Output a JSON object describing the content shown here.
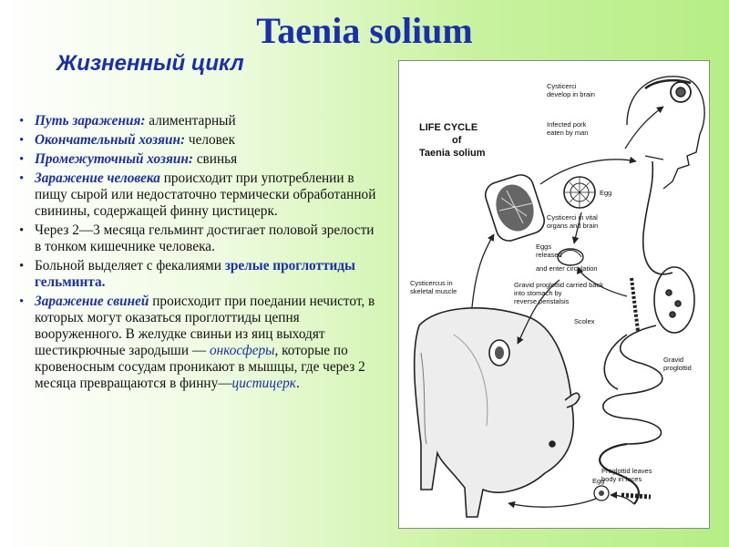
{
  "title": "Taenia solium",
  "subtitle": "Жизненный цикл",
  "bullets": [
    {
      "label": "Путь заражения:",
      "text": " алиментарный"
    },
    {
      "label": "Окончательный хозяин:",
      "text": " человек"
    },
    {
      "label": "Промежуточный хозяин:",
      "text": " свинья"
    },
    {
      "label": "Заражение человека",
      "text": " происходит при употреблении в пищу сырой или недостаточно термически обработанной свинины, содержащей финну цистицерк."
    },
    {
      "text": "Через 2—3 месяца гельминт достигает половой зрелости в тонком кишечнике человека."
    },
    {
      "text": "Больной выделяет с фекалиями ",
      "highlight": "зрелые проглоттиды гельминта."
    },
    {
      "label": "Заражение свиней",
      "text": " происходит при поедании нечистот, в которых могут оказаться проглоттиды цепня вооруженного. В желудке свиньи из яиц выходят шестикрючные зародыши — ",
      "italic1": "онкосферы",
      "text2": ", которые по кровеносным сосудам проникают в мышцы, где через 2 месяца превращаются в финну—",
      "italic2": "цистицерк",
      "text3": "."
    }
  ],
  "figure": {
    "title_line1": "LIFE CYCLE",
    "title_line2": "of",
    "title_line3": "Taenia solium",
    "labels": {
      "cysticerci_brain_1": "Cysticerci",
      "cysticerci_brain_2": "develop in brain",
      "infected_pork_1": "Infected pork",
      "infected_pork_2": "eaten by man",
      "egg": "Egg",
      "cysticerci_vital_1": "Cysticerci in vital",
      "cysticerci_vital_2": "organs and brain",
      "eggs_released_1": "Eggs",
      "eggs_released_2": "released",
      "eggs_released_3": "and enter circulation",
      "cysticercus_muscle_1": "Cysticercus in",
      "cysticercus_muscle_2": "skeletal muscle",
      "gravid_back_1": "Gravid proglottid carried back",
      "gravid_back_2": "into stomach by",
      "gravid_back_3": "reverse peristalsis",
      "scolex": "Scolex",
      "gravid_proglottid_1": "Gravid",
      "gravid_proglottid_2": "proglottid",
      "proglottid_leaves_1": "Proglottid leaves",
      "proglottid_leaves_2": "body in feces",
      "egg_bottom": "Egg"
    }
  }
}
